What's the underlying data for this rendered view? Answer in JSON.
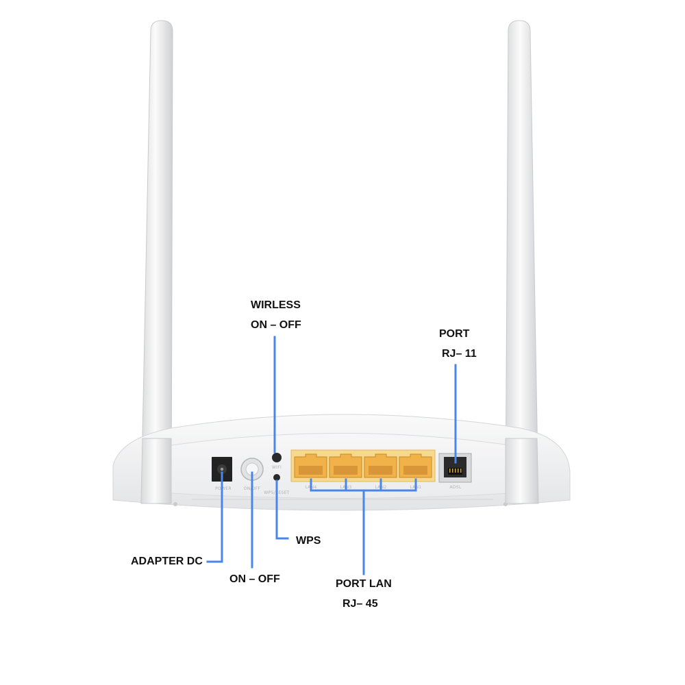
{
  "colors": {
    "leader_line": "#4a86e8",
    "lan_port": "#f2b24a",
    "lan_panel": "#f6d98c",
    "body": "#f1f2f3",
    "antenna": "#f3f3f3"
  },
  "callouts": {
    "wireless_line1": "WIRLESS",
    "wireless_line2": "ON – OFF",
    "port_rj11_line1": "PORT",
    "port_rj11_line2": "RJ– 11",
    "wps": "WPS",
    "adapter_dc": "ADAPTER DC",
    "on_off": "ON – OFF",
    "port_lan_line1": "PORT LAN",
    "port_lan_line2": "RJ– 45"
  },
  "panel_labels": {
    "power": "POWER",
    "on_off": "ON/OFF",
    "wifi": "WIFI",
    "wps_reset": "WPS/RESET",
    "lan4": "LAN4",
    "lan3": "LAN3",
    "lan2": "LAN2",
    "lan1": "LAN1",
    "adsl": "ADSL"
  }
}
